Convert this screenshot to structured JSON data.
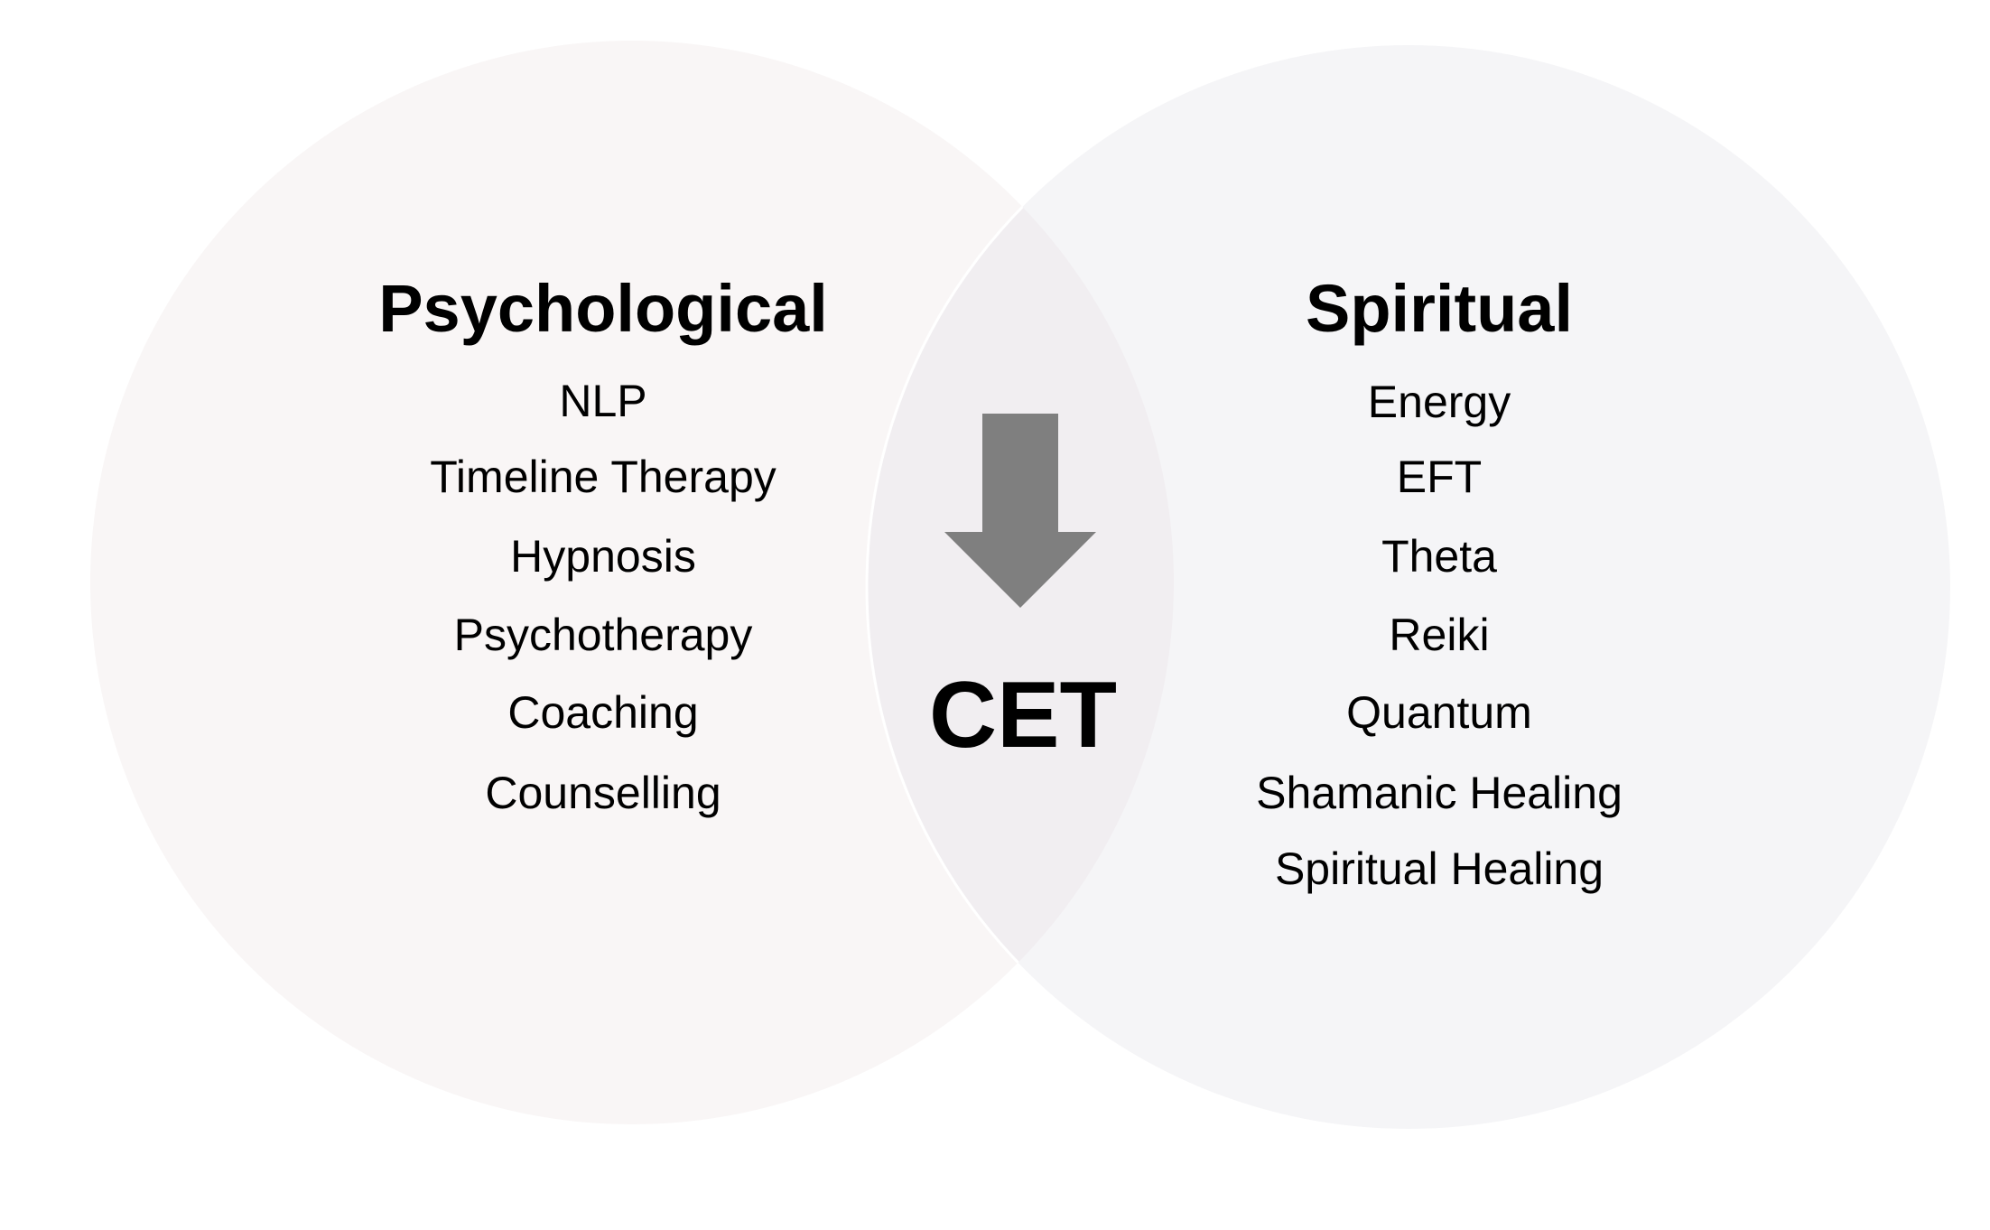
{
  "colors": {
    "left_circle": "#f9f6f6",
    "right_circle": "#f5f5f7",
    "overlap": "#f1eef1",
    "arrow": "#7f7f7f",
    "text": "#000000"
  },
  "diagram": {
    "left": {
      "heading": "Psychological",
      "items": [
        "NLP",
        "Timeline Therapy",
        "Hypnosis",
        "Psychotherapy",
        "Coaching",
        "Counselling"
      ]
    },
    "right": {
      "heading": "Spiritual",
      "items": [
        "Energy",
        "EFT",
        "Theta",
        "Reiki",
        "Quantum",
        "Shamanic Healing",
        "Spiritual Healing"
      ]
    },
    "center": {
      "label": "CET",
      "icon": "down-arrow-icon"
    }
  }
}
